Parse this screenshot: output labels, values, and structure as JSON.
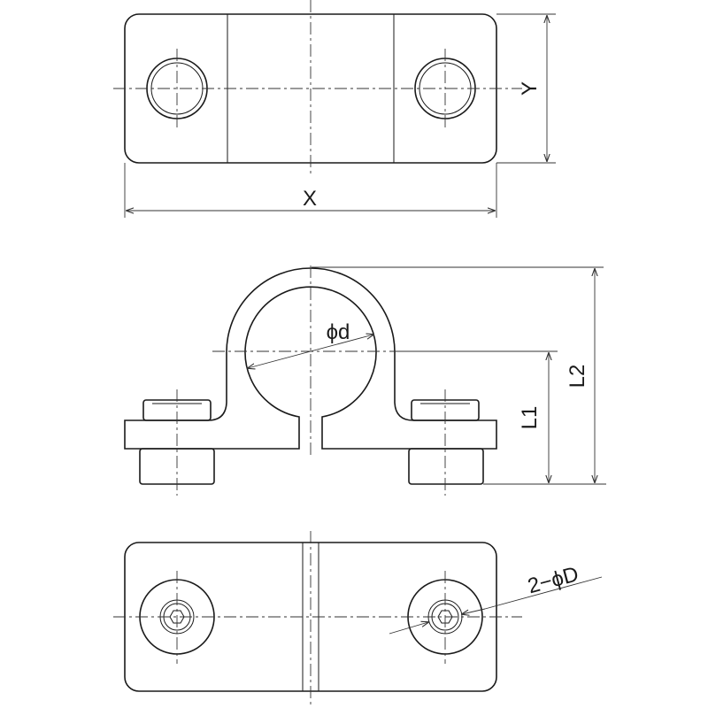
{
  "labels": {
    "x": "X",
    "y": "Y",
    "d": "ϕd",
    "l1": "L1",
    "l2": "L2",
    "hole": "2−ϕD"
  }
}
